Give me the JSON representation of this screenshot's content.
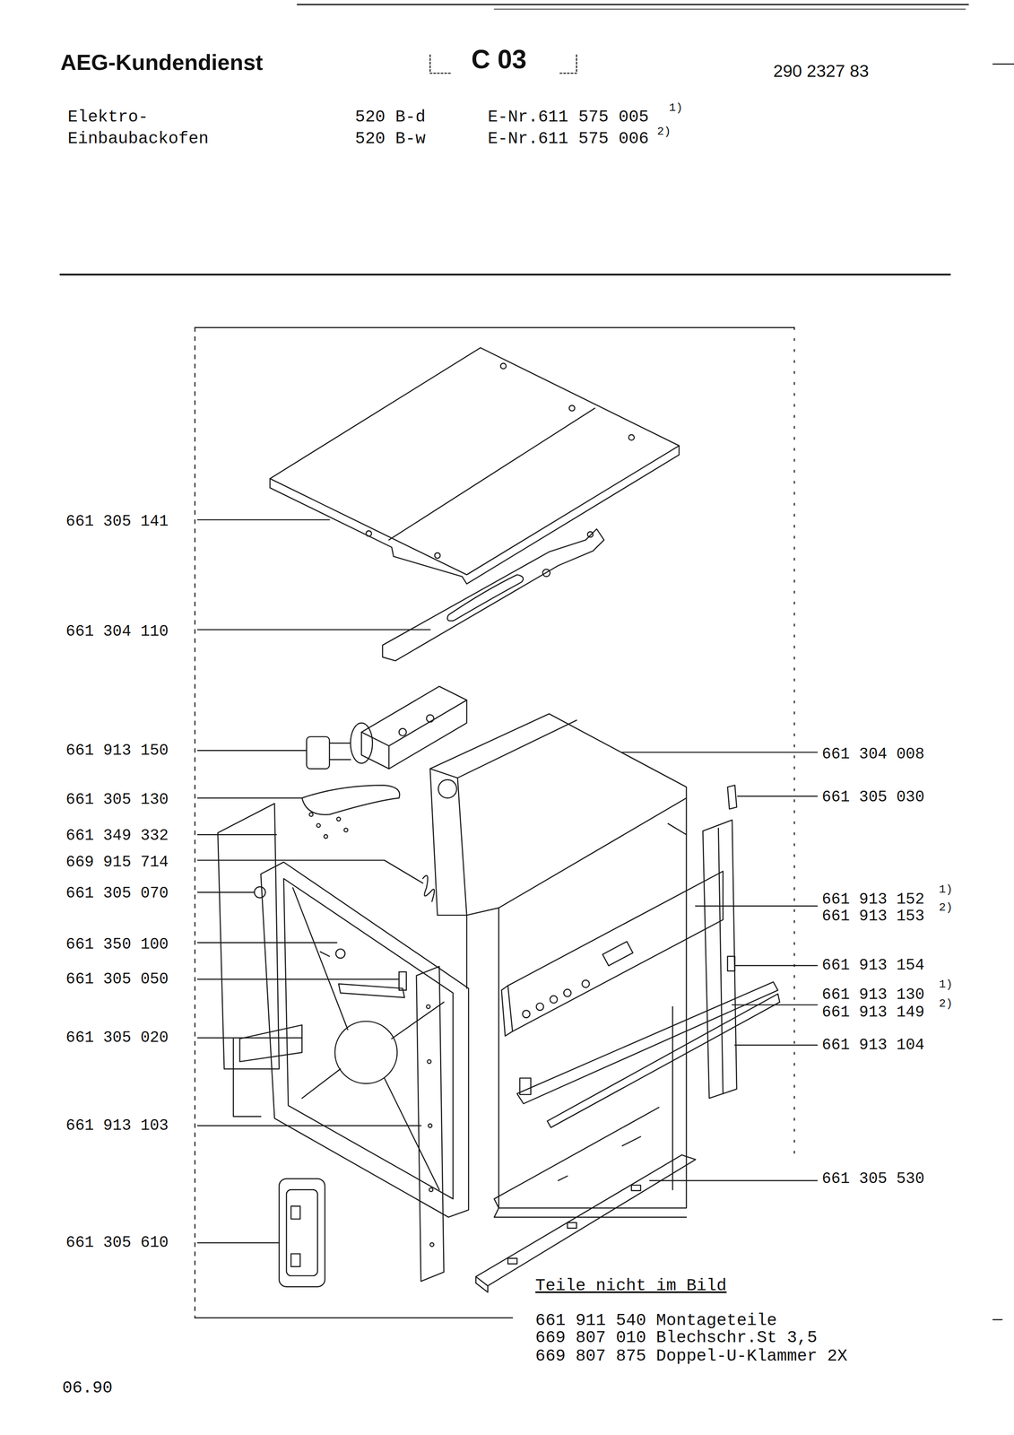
{
  "diagram": {
    "title": "AEG-Kundendienst",
    "labels": [
      "C 03",
      "290 2327 83",
      "Elektro-",
      "Einbaubackofen",
      "520 B-d",
      "520 B-w",
      "E-Nr.611 575 005",
      "1)",
      "E-Nr.611 575 006",
      "2)",
      "661 305 141",
      "661 304 110",
      "661 913 150",
      "661 305 130",
      "661 349 332",
      "669 915 714",
      "661 305 070",
      "661 350 100",
      "661 305 050",
      "661 305 020",
      "661 913 103",
      "661 305 610",
      "661 304 008",
      "661 305 030",
      "661 913 152",
      "1)",
      "661 913 153",
      "2)",
      "661 913 154",
      "661 913 130",
      "1)",
      "661 913 149",
      "2)",
      "661 913 104",
      "661 305 530",
      "Teile nicht im Bild",
      "661 911 540 Montageteile",
      "669 807 010 Blechschr.St 3,5",
      "669 807 875 Doppel-U-Klammer 2X",
      "06.90"
    ]
  }
}
